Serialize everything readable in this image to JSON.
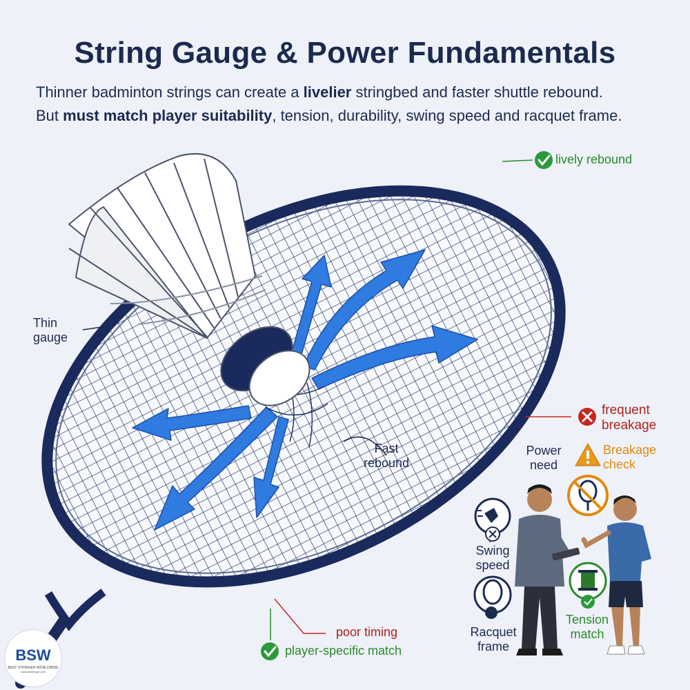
{
  "title": "String Gauge & Power Fundamentals",
  "subtitle": {
    "line1_pre": "Thinner badminton strings can create a ",
    "line1_bold": "livelier",
    "line1_post": " stringbed and faster shuttle rebound.",
    "line2_pre": "But ",
    "line2_bold": "must match player suitability",
    "line2_post": ", tension, durability, swing speed and racquet frame."
  },
  "labels": {
    "lively_rebound": "lively rebound",
    "thin_gauge_1": "Thin",
    "thin_gauge_2": "gauge",
    "fast_rebound_1": "Fast",
    "fast_rebound_2": "rebound",
    "frequent_breakage_1": "frequent",
    "frequent_breakage_2": "breakage",
    "power_need_1": "Power",
    "power_need_2": "need",
    "breakage_check_1": "Breakage",
    "breakage_check_2": "check",
    "swing_speed_1": "Swing",
    "swing_speed_2": "speed",
    "racquet_frame_1": "Racquet",
    "racquet_frame_2": "frame",
    "tension_match_1": "Tension",
    "tension_match_2": "match",
    "poor_timing": "poor timing",
    "player_specific_match": "player-specific match"
  },
  "logo": {
    "text": "BSW",
    "tagline": "BEST STRINGER WORLDWIDE",
    "url": "www.bestringer.com"
  },
  "colors": {
    "frame": "#1b2a5c",
    "arrow": "#2f7be0",
    "green": "#2a8a2a",
    "red": "#c8261f",
    "orange": "#e08a10",
    "text": "#1b2a4e"
  }
}
